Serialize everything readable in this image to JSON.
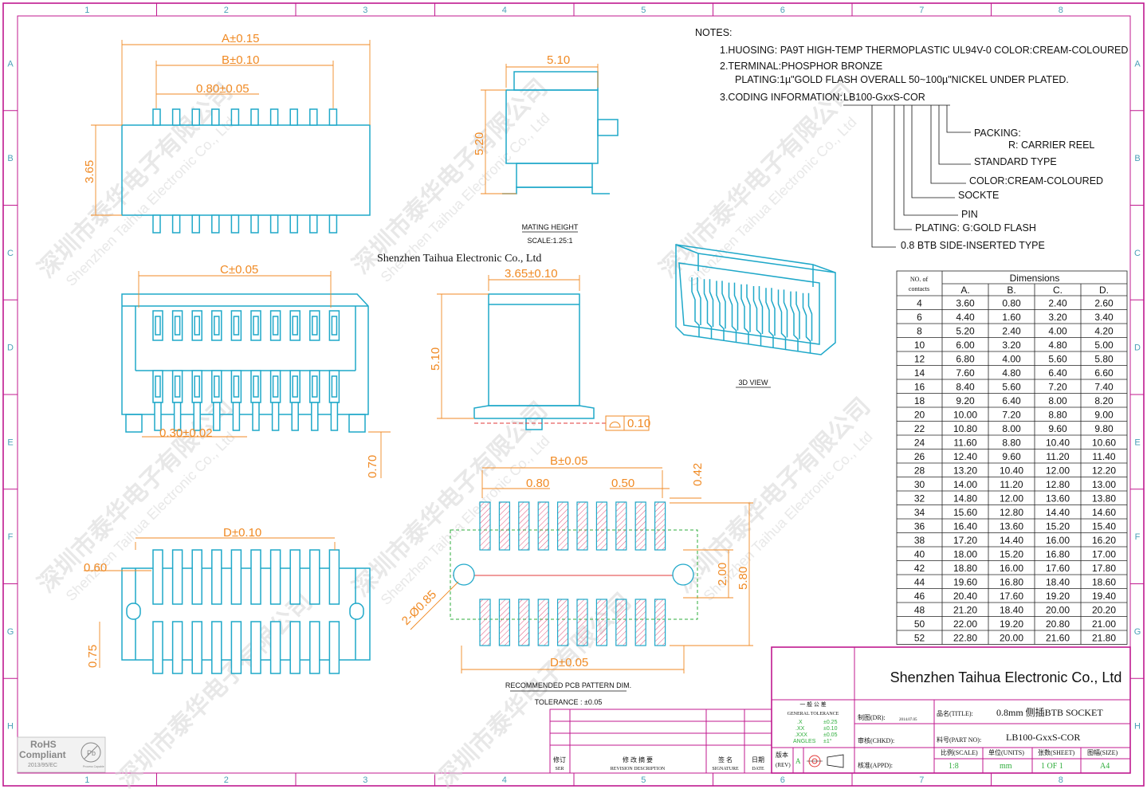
{
  "company_caption": "Shenzhen Taihua Electronic Co., Ltd",
  "zones": {
    "columns": [
      "1",
      "2",
      "3",
      "4",
      "5",
      "6",
      "7",
      "8"
    ],
    "rows": [
      "A",
      "B",
      "C",
      "D",
      "E",
      "F",
      "G",
      "H"
    ]
  },
  "watermark": {
    "cn": "深圳市泰华电子有限公司",
    "en": "Shenzhen Taihua Electronic Co., Ltd"
  },
  "dims": {
    "a": "A±0.15",
    "b": "B±0.10",
    "pitch": "0.80±0.05",
    "h365": "3.65",
    "w510": "5.10",
    "h520": "5.20",
    "c": "C±0.05",
    "w365": "3.65±0.10",
    "h510": "5.10",
    "p030": "0.30±0.02",
    "h070": "0.70",
    "d": "D±0.10",
    "p060": "0.60",
    "p075": "0.75",
    "pb": "B±0.05",
    "p080": "0.80",
    "p050": "0.50",
    "p042": "0.42",
    "hole": "2-Ø0.85",
    "p200": "2.00",
    "p580": "5.80",
    "pd": "D±0.05",
    "flat": "0.10"
  },
  "labels": {
    "mating_height": "MATING HEIGHT",
    "scale": "SCALE:1.25:1",
    "view3d": "3D  VIEW",
    "pcb_pattern": "RECOMMENDED PCB PATTERN DIM.",
    "tolerance": "TOLERANCE : ±0.05"
  },
  "notes": {
    "header": "NOTES:",
    "l1": "1.HUOSING: PA9T HIGH-TEMP THERMOPLASTIC UL94V-0 COLOR:CREAM-COLOURED",
    "l2": "2.TERMINAL:PHOSPHOR BRONZE",
    "l2b": "PLATING:1µ\"GOLD FLASH OVERALL 50~100µ\"NICKEL UNDER PLATED.",
    "l3": "3.CODING INFORMATION:",
    "code": "LB100-GxxS-COR",
    "c_packing": "PACKING:",
    "c_reel": "R: CARRIER REEL",
    "c_std": "STANDARD TYPE",
    "c_color": "COLOR:CREAM-COLOURED",
    "c_sockte": "SOCKTE",
    "c_pin": "PIN",
    "c_plating": "PLATING: G:GOLD FLASH",
    "c_type": "0.8 BTB SIDE-INSERTED TYPE"
  },
  "table": {
    "head_contacts": [
      "NO. of",
      "contacts"
    ],
    "head_dimensions": "Dimensions",
    "cols": [
      "A.",
      "B.",
      "C.",
      "D."
    ],
    "rows": [
      [
        "4",
        "3.60",
        "0.80",
        "2.40",
        "2.60"
      ],
      [
        "6",
        "4.40",
        "1.60",
        "3.20",
        "3.40"
      ],
      [
        "8",
        "5.20",
        "2.40",
        "4.00",
        "4.20"
      ],
      [
        "10",
        "6.00",
        "3.20",
        "4.80",
        "5.00"
      ],
      [
        "12",
        "6.80",
        "4.00",
        "5.60",
        "5.80"
      ],
      [
        "14",
        "7.60",
        "4.80",
        "6.40",
        "6.60"
      ],
      [
        "16",
        "8.40",
        "5.60",
        "7.20",
        "7.40"
      ],
      [
        "18",
        "9.20",
        "6.40",
        "8.00",
        "8.20"
      ],
      [
        "20",
        "10.00",
        "7.20",
        "8.80",
        "9.00"
      ],
      [
        "22",
        "10.80",
        "8.00",
        "9.60",
        "9.80"
      ],
      [
        "24",
        "11.60",
        "8.80",
        "10.40",
        "10.60"
      ],
      [
        "26",
        "12.40",
        "9.60",
        "11.20",
        "11.40"
      ],
      [
        "28",
        "13.20",
        "10.40",
        "12.00",
        "12.20"
      ],
      [
        "30",
        "14.00",
        "11.20",
        "12.80",
        "13.00"
      ],
      [
        "32",
        "14.80",
        "12.00",
        "13.60",
        "13.80"
      ],
      [
        "34",
        "15.60",
        "12.80",
        "14.40",
        "14.60"
      ],
      [
        "36",
        "16.40",
        "13.60",
        "15.20",
        "15.40"
      ],
      [
        "38",
        "17.20",
        "14.40",
        "16.00",
        "16.20"
      ],
      [
        "40",
        "18.00",
        "15.20",
        "16.80",
        "17.00"
      ],
      [
        "42",
        "18.80",
        "16.00",
        "17.60",
        "17.80"
      ],
      [
        "44",
        "19.60",
        "16.80",
        "18.40",
        "18.60"
      ],
      [
        "46",
        "20.40",
        "17.60",
        "19.20",
        "19.40"
      ],
      [
        "48",
        "21.20",
        "18.40",
        "20.00",
        "20.20"
      ],
      [
        "50",
        "22.00",
        "19.20",
        "20.80",
        "21.00"
      ],
      [
        "52",
        "22.80",
        "20.00",
        "21.60",
        "21.80"
      ]
    ]
  },
  "title_block": {
    "company": "Shenzhen Taihua Electronic Co., Ltd",
    "tol_cn": "一 般 公 差",
    "tol_en": "GENERAL TOLERANCE",
    "tol_x": ".X",
    "tol_x_v": "±0.25",
    "tol_xx": ".XX",
    "tol_xx_v": "±0.10",
    "tol_xxx": ".XXX",
    "tol_xxx_v": "±0.05",
    "tol_ang": "ANGLES",
    "tol_ang_v": "±1°",
    "drawn": "制图(DR):",
    "drawn_date": "2014.07.05",
    "checked": "审核(CHKD):",
    "approved": "核准(APPD):",
    "title_lbl": "品名(TITLE):",
    "title_val": "0.8mm 侧插BTB SOCKET",
    "partno_lbl": "料号(PART NO):",
    "partno_val": "LB100-GxxS-COR",
    "scale_lbl": "比例(SCALE)",
    "scale_val": "1:8",
    "units_lbl": "单位(UNITS)",
    "units_val": "mm",
    "sheet_lbl": "张数(SHEET)",
    "sheet_val": "1 OF 1",
    "size_lbl": "图幅(SIZE)",
    "size_val": "A4",
    "rev_lbl": "版本",
    "rev_en": "(REV)",
    "rev_val": "A",
    "rv_no": "修订",
    "rv_no_en": "SER",
    "rv_desc": "修  改  摘  要",
    "rv_desc_en": "REVISION DESCRIPTION",
    "rv_sig": "签  名",
    "rv_sig_en": "SIGNATURE",
    "rv_date": "日期",
    "rv_date_en": "DATE"
  },
  "rohs": {
    "line1": "RoHS",
    "line2": "Compliant",
    "line3": "2013/95/EC",
    "badge": "Pb",
    "badge_sub": "Process Capable"
  }
}
